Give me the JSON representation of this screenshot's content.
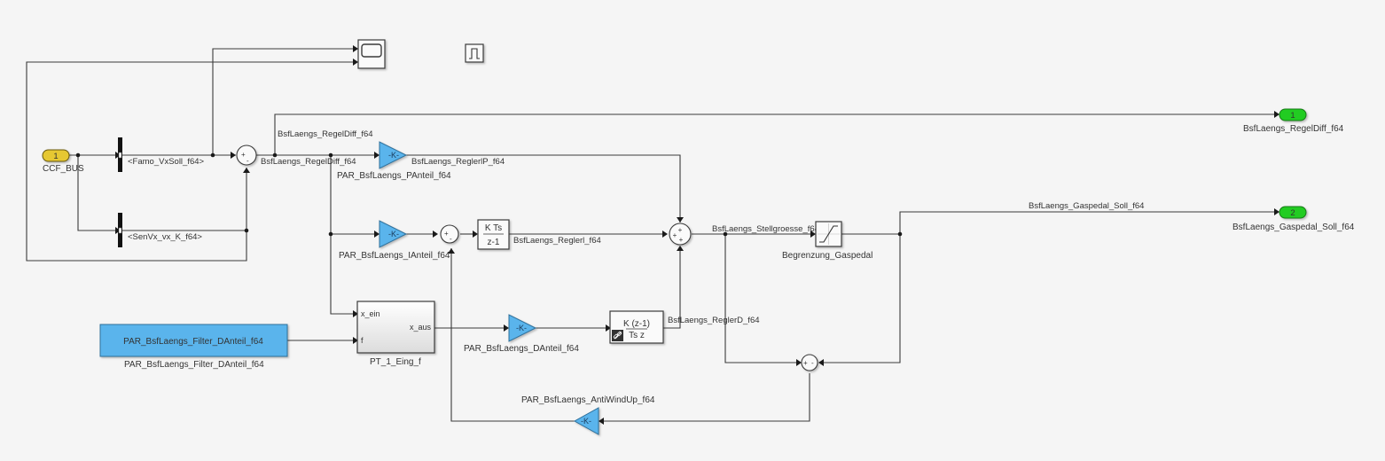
{
  "diagram": {
    "inport": {
      "number": "1",
      "label": "CCF_BUS",
      "color": "#e6c832"
    },
    "selectors": [
      {
        "signal": "<Famo_VxSoll_f64>"
      },
      {
        "signal": "<SenVx_vx_K_f64>"
      }
    ],
    "sum_main": {
      "signs": [
        "+",
        "-"
      ]
    },
    "signals": {
      "regeldiff_top": "BsfLaengs_RegelDiff_f64",
      "regeldiff_mid": "BsfLaengs_RegelDiff_f64",
      "reglerP": "BsfLaengs_ReglerlP_f64",
      "reglerI": "BsfLaengs_Reglerl_f64",
      "reglerD": "BsfLaengs_ReglerD_f64",
      "stellgroesse": "BsfLaengs_Stellgroesse_f64",
      "gaspedal_soll": "BsfLaengs_Gaspedal_Soll_f64"
    },
    "gains": {
      "symbol": "-K-",
      "p": "PAR_BsfLaengs_PAnteil_f64",
      "i": "PAR_BsfLaengs_IAnteil_f64",
      "d": "PAR_BsfLaengs_DAnteil_f64",
      "antiwindup": "PAR_BsfLaengs_AntiWindUp_f64"
    },
    "integrator": {
      "num": "K Ts",
      "den": "z-1"
    },
    "derivative": {
      "num": "K (z-1)",
      "den": "Ts z"
    },
    "saturation": {
      "label": "Begrenzung_Gaspedal"
    },
    "constant": {
      "value": "PAR_BsfLaengs_Filter_DAnteil_f64",
      "label": "PAR_BsfLaengs_Filter_DAnteil_f64",
      "color": "#5ab4ec"
    },
    "subsystem": {
      "label": "PT_1_Eing_f",
      "in1": "x_ein",
      "in2": "f",
      "out": "x_aus"
    },
    "outports": [
      {
        "number": "1",
        "label": "BsfLaengs_RegelDiff_f64",
        "color": "#22cc22"
      },
      {
        "number": "2",
        "label": "BsfLaengs_Gaspedal_Soll_f64",
        "color": "#22cc22"
      }
    ],
    "sum4_signs": [
      "+",
      "+",
      "+"
    ],
    "sum_aw_signs": [
      "+",
      "-"
    ],
    "sum_i_signs": [
      "+",
      "-"
    ]
  }
}
